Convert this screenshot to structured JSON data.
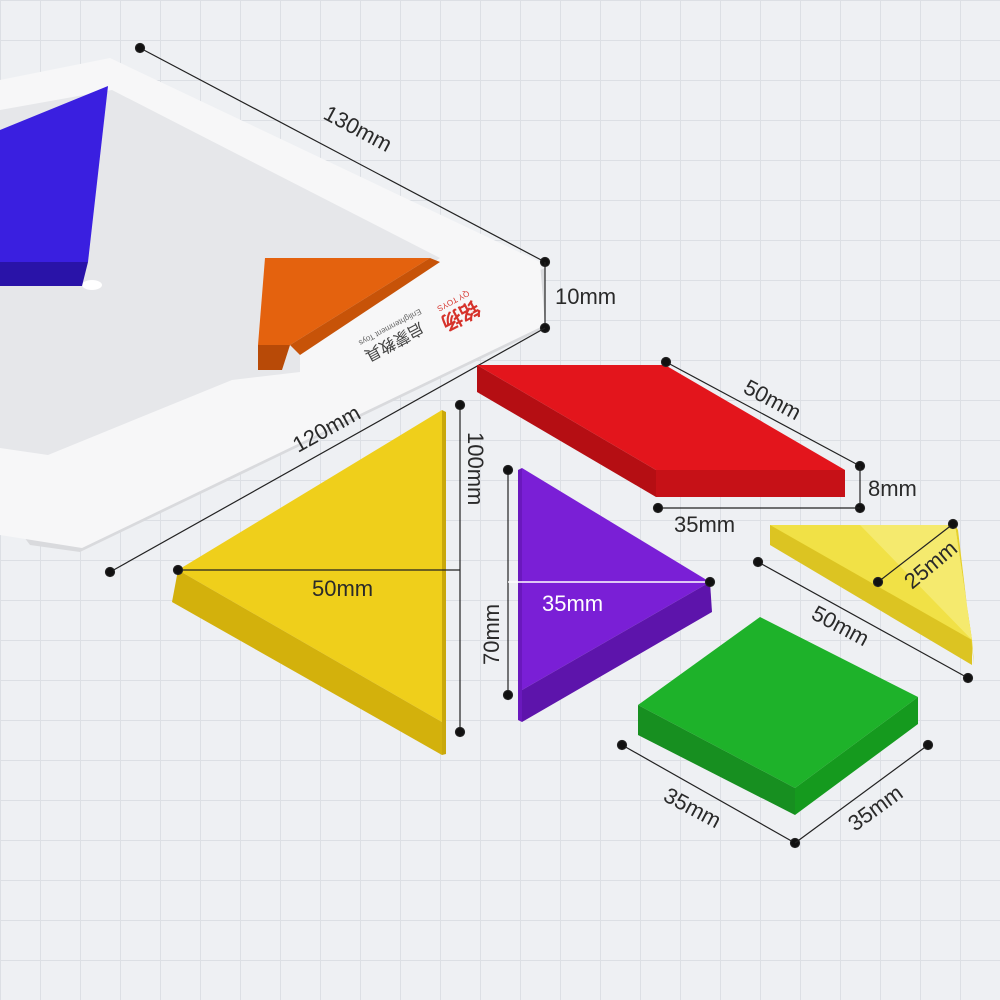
{
  "brand": {
    "logo_text": "铭扬",
    "logo_sub": "QY TOYS",
    "product_cn": "启蒙教具",
    "product_en": "Enlightenment Toys"
  },
  "dimensions": {
    "tray_length": "130mm",
    "tray_width": "120mm",
    "tray_height": "10mm",
    "big_triangle_height": "100mm",
    "big_triangle_base": "50mm",
    "parallelogram_long": "50mm",
    "parallelogram_short": "35mm",
    "parallelogram_thickness": "8mm",
    "medium_triangle_height": "70mm",
    "medium_triangle_base": "35mm",
    "small_triangle_side": "50mm",
    "small_triangle_height": "25mm",
    "square_side_a": "35mm",
    "square_side_b": "35mm"
  },
  "colors": {
    "blue": "#3a1fe0",
    "orange": "#e4620e",
    "red": "#e3151c",
    "yellow": "#efcf1b",
    "purple": "#7a1fd6",
    "light_yellow": "#f1e146",
    "green": "#1eb22a",
    "tray": "#f7f7f8"
  }
}
